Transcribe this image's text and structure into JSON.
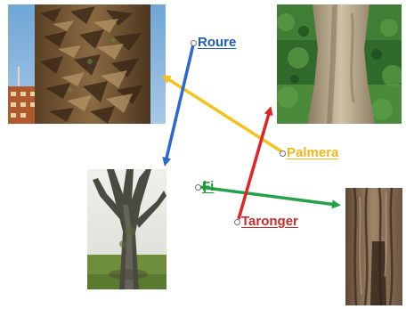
{
  "labels": {
    "roure": {
      "text": "Roure",
      "color": "#1f5db8"
    },
    "palmera": {
      "text": "Palmera",
      "color": "#f0b818"
    },
    "fi": {
      "text": "Fi",
      "color": "#1f9a3a"
    },
    "taronger": {
      "text": "Taronger",
      "color": "#cc2a2a"
    }
  },
  "arrow_colors": {
    "blue": "#2a6ad0",
    "yellow": "#f4c21a",
    "green": "#22a348",
    "red": "#e02424"
  },
  "photos": [
    {
      "id": "palm-trunk-photo",
      "subject": "palm tree trunk"
    },
    {
      "id": "smooth-trunk-photo",
      "subject": "smooth tree trunk"
    },
    {
      "id": "oak-tree-photo",
      "subject": "bare oak tree"
    },
    {
      "id": "bark-trunk-photo",
      "subject": "furrowed bark trunk"
    }
  ]
}
